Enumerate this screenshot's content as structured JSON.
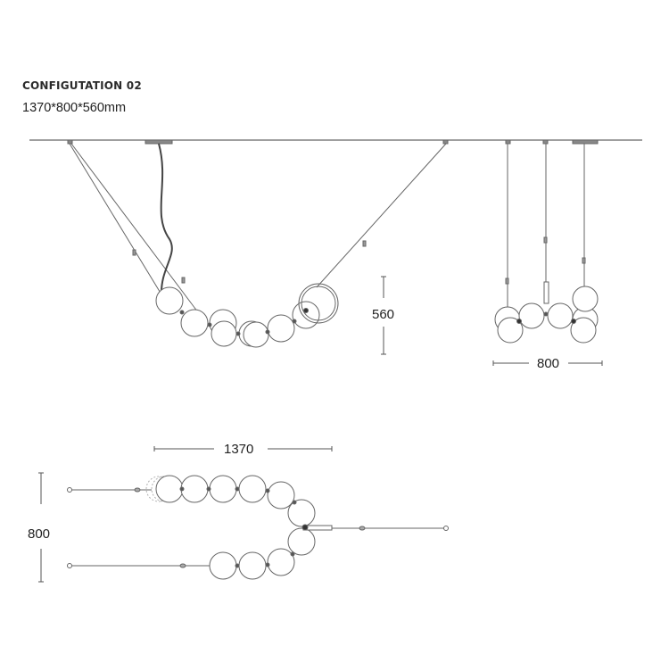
{
  "heading": {
    "title": "CONFIGUTATION 02",
    "size": "1370*800*560mm"
  },
  "dimensions": {
    "front_height": "560",
    "side_width": "800",
    "top_width": "1370",
    "top_depth": "800"
  },
  "colors": {
    "line": "#555555",
    "ceiling": "#666666",
    "ghost_globe": "#b0b0b0"
  }
}
